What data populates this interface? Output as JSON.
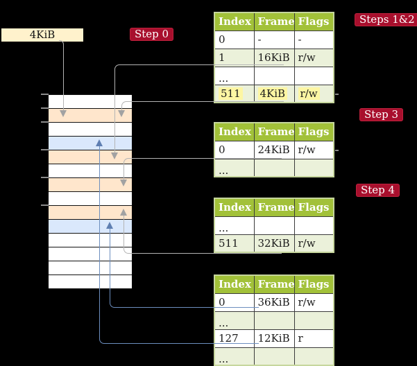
{
  "colors": {
    "white": "#FFFFFF",
    "orange": "#FFE6CC",
    "blue": "#DAE8FC",
    "header_green": "#A2C139",
    "row_green": "#EBF1DA",
    "highlight_yellow": "#FDF6A3",
    "badge_red": "#A80F2D",
    "cream": "#FFF2CC",
    "gray_line": "#B4B4B4",
    "blue_line": "#6C8EBF"
  },
  "frame_box": {
    "label": "4KiB"
  },
  "badges": {
    "step0": "Step 0",
    "steps12": "Steps 1&2",
    "step3": "Step 3",
    "step4": "Step 4"
  },
  "memory_column": {
    "rows": [
      {
        "fill": "white"
      },
      {
        "fill": "orange"
      },
      {
        "fill": "white"
      },
      {
        "fill": "blue"
      },
      {
        "fill": "orange"
      },
      {
        "fill": "white"
      },
      {
        "fill": "orange"
      },
      {
        "fill": "white"
      },
      {
        "fill": "orange"
      },
      {
        "fill": "blue"
      },
      {
        "fill": "white"
      },
      {
        "fill": "white"
      },
      {
        "fill": "white"
      },
      {
        "fill": "white"
      }
    ]
  },
  "tables": [
    {
      "name": "page-table-steps-1-2",
      "headers": [
        "Index",
        "Frame",
        "Flags"
      ],
      "rows": [
        {
          "cells": [
            "0",
            "-",
            "-"
          ],
          "shaded": false,
          "highlight": false
        },
        {
          "cells": [
            "1",
            "16KiB",
            "r/w"
          ],
          "shaded": true,
          "highlight": false
        },
        {
          "cells": [
            "...",
            "",
            ""
          ],
          "shaded": false,
          "highlight": false
        },
        {
          "cells": [
            "511",
            "4KiB",
            "r/w"
          ],
          "shaded": true,
          "highlight": true
        }
      ]
    },
    {
      "name": "page-table-step-3",
      "headers": [
        "Index",
        "Frame",
        "Flags"
      ],
      "rows": [
        {
          "cells": [
            "0",
            "24KiB",
            "r/w"
          ],
          "shaded": false,
          "highlight": false
        },
        {
          "cells": [
            "...",
            "",
            ""
          ],
          "shaded": true,
          "highlight": false
        }
      ]
    },
    {
      "name": "page-table-step-4-upper",
      "headers": [
        "Index",
        "Frame",
        "Flags"
      ],
      "rows": [
        {
          "cells": [
            "...",
            "",
            ""
          ],
          "shaded": false,
          "highlight": false
        },
        {
          "cells": [
            "511",
            "32KiB",
            "r/w"
          ],
          "shaded": true,
          "highlight": false
        }
      ]
    },
    {
      "name": "page-table-step-4-lower",
      "headers": [
        "Index",
        "Frame",
        "Flags"
      ],
      "rows": [
        {
          "cells": [
            "0",
            "36KiB",
            "r/w"
          ],
          "shaded": false,
          "highlight": false
        },
        {
          "cells": [
            "...",
            "",
            ""
          ],
          "shaded": true,
          "highlight": false
        },
        {
          "cells": [
            "127",
            "12KiB",
            "r"
          ],
          "shaded": false,
          "highlight": false
        },
        {
          "cells": [
            "...",
            "",
            ""
          ],
          "shaded": true,
          "highlight": false
        }
      ]
    }
  ]
}
